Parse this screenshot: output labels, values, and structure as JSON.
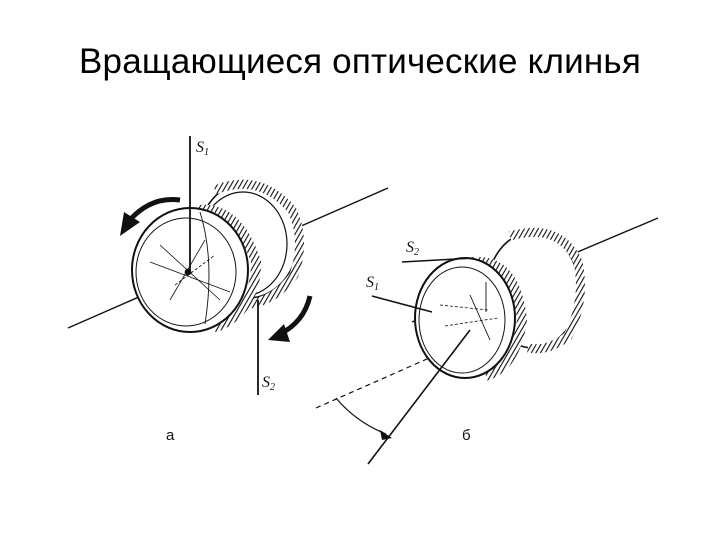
{
  "slide": {
    "title": "Вращающиеся оптические клинья"
  },
  "diagram_a": {
    "label_top": "S",
    "label_top_sub": "1",
    "label_bottom": "S",
    "label_bottom_sub": "2",
    "caption": "а"
  },
  "diagram_b": {
    "label_s2": "S",
    "label_s2_sub": "2",
    "label_s1": "S",
    "label_s1_sub": "1",
    "caption": "б"
  },
  "colors": {
    "ink": "#111111",
    "background": "#ffffff"
  }
}
